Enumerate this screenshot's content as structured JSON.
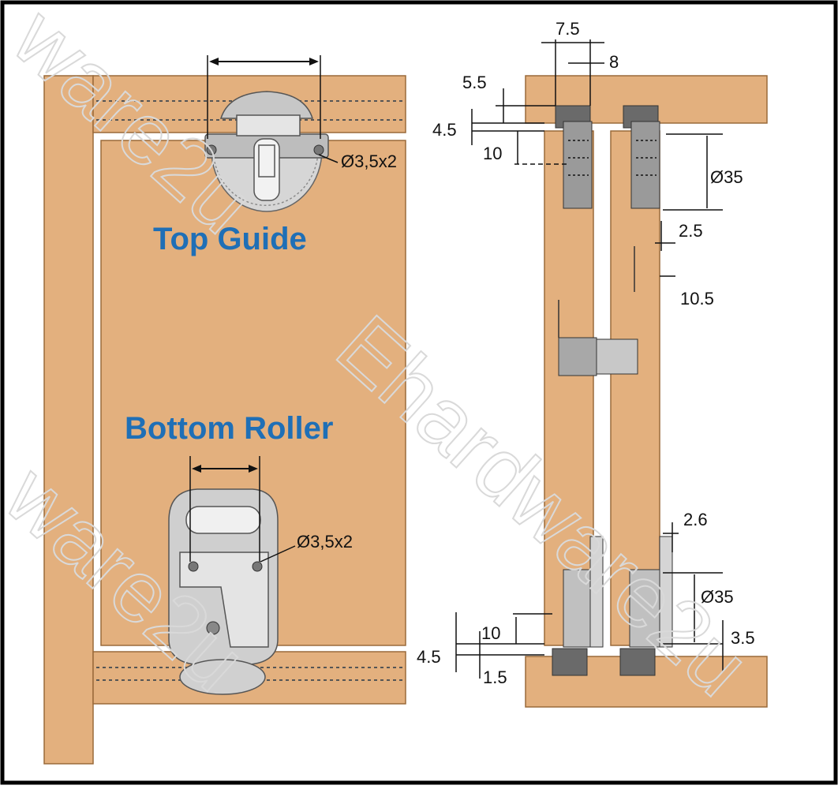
{
  "labels": {
    "top_guide": "Top Guide",
    "bottom_roller": "Bottom Roller"
  },
  "dimensions": {
    "screw_top": "Ø3,5x2",
    "screw_bottom": "Ø3,5x2",
    "d_7_5": "7.5",
    "d_8": "8",
    "d_5_5": "5.5",
    "d_4_5_top": "4.5",
    "d_10_top": "10",
    "d_35_top": "Ø35",
    "d_2_5": "2.5",
    "d_10_5": "10.5",
    "d_2_6": "2.6",
    "d_35_bottom": "Ø35",
    "d_10_bottom": "10",
    "d_3_5": "3.5",
    "d_4_5_bottom": "4.5",
    "d_1_5": "1.5"
  },
  "watermark": {
    "text_1": "Ehardware2u",
    "text_2": "ware2u",
    "text_3": "ware2u"
  },
  "colors": {
    "wood": "#e3b07e",
    "wood_dark": "#9a6a3a",
    "label_blue": "#1f6fb6",
    "hardware": "#c8c8c8"
  }
}
